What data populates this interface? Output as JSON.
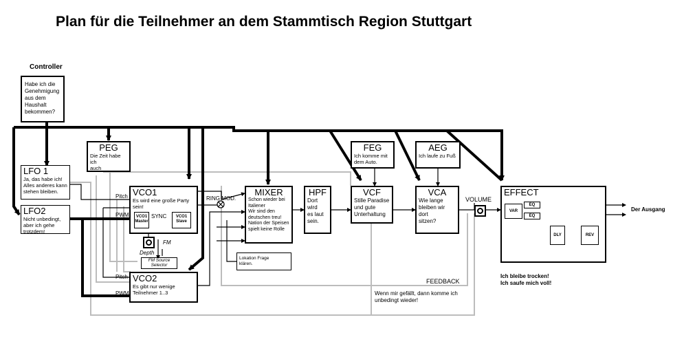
{
  "title": "Plan für die Teilnehmer an dem Stammtisch Region Stuttgart",
  "controller": {
    "label": "Controller",
    "text": "Habe ich die\nGenehmigung\naus dem\nHaushalt\nbekommen?"
  },
  "lfo1": {
    "title": "LFO 1",
    "text": "Ja, das habe ich!\nAlles anderes kann\nstehen bleiben."
  },
  "lfo2": {
    "title": "LFO2",
    "text": "Nicht unbedingt,\naber ich gehe\ntrotzdem!"
  },
  "peg": {
    "title": "PEG",
    "text": "Die Zeit habe ich\nauch"
  },
  "vco1": {
    "title": "VCO1",
    "text": "Es wird eine große Party\nsein!",
    "master": "VCO1\nMaster",
    "sync": "SYNC",
    "slave": "VCO1\nSlave"
  },
  "vco2": {
    "title": "VCO2",
    "text": "Es gibt nur wenige\nTeilnehmer 1..3"
  },
  "mixer": {
    "title": "MIXER",
    "text": "Schon wieder bei\nItaliener\nWir sind den\ndeutschen treu!\nNation der Speisen\nspielt keine Rolle"
  },
  "location": {
    "text": "Lokation Frage\nklären."
  },
  "hpf": {
    "title": "HPF",
    "text": "Dort wird\nes laut\nsein."
  },
  "feg": {
    "title": "FEG",
    "text": "Ich komme mit\ndem Auto."
  },
  "vcf": {
    "title": "VCF",
    "text": "Stille Paradise\nund gute\nUnterhaltung"
  },
  "aeg": {
    "title": "AEG",
    "text": "Ich laufe zu Fuß"
  },
  "vca": {
    "title": "VCA",
    "text": "Wie lange\nbleiben wir dort\nsitzen?"
  },
  "effect": {
    "title": "EFFECT",
    "var": "VAR",
    "eq1": "EQ",
    "eq2": "EQ",
    "dly": "DLY",
    "rev": "REV"
  },
  "labels": {
    "pitch1": "Pitch",
    "pwm1": "PWM",
    "pitch2": "Pitch",
    "pwm2": "PWM",
    "ring_mod": "RING MOD.",
    "fm": "FM",
    "depth": "Depth",
    "fm_source": "FM Source\nSelector",
    "volume": "VOLUME",
    "feedback": "FEEDBACK",
    "output": "Der Ausgang"
  },
  "notes": {
    "wenn": "Wenn mir gefällt, dann komme ich\nunbedingt wieder!",
    "trocken": "Ich bleibe trocken!\nIch saufe mich voll!"
  }
}
